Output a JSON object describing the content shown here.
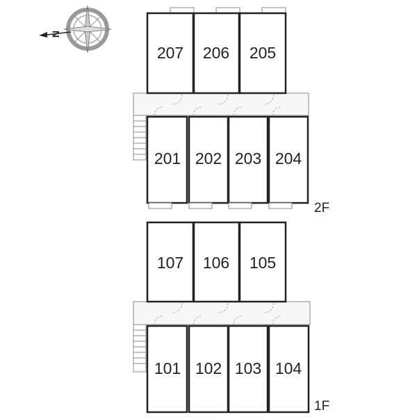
{
  "compass": {
    "north_label": "N",
    "icon": "compass-rose-icon"
  },
  "floors": [
    {
      "label": "2F",
      "rear_units": [
        "207",
        "206",
        "205"
      ],
      "front_units": [
        "201",
        "202",
        "203",
        "204"
      ]
    },
    {
      "label": "1F",
      "rear_units": [
        "107",
        "106",
        "105"
      ],
      "front_units": [
        "101",
        "102",
        "103",
        "104"
      ]
    }
  ],
  "colors": {
    "wall": "#222222",
    "corridor": "#f7f7f7",
    "door": "#aaaaaa",
    "compass": "#999999"
  }
}
